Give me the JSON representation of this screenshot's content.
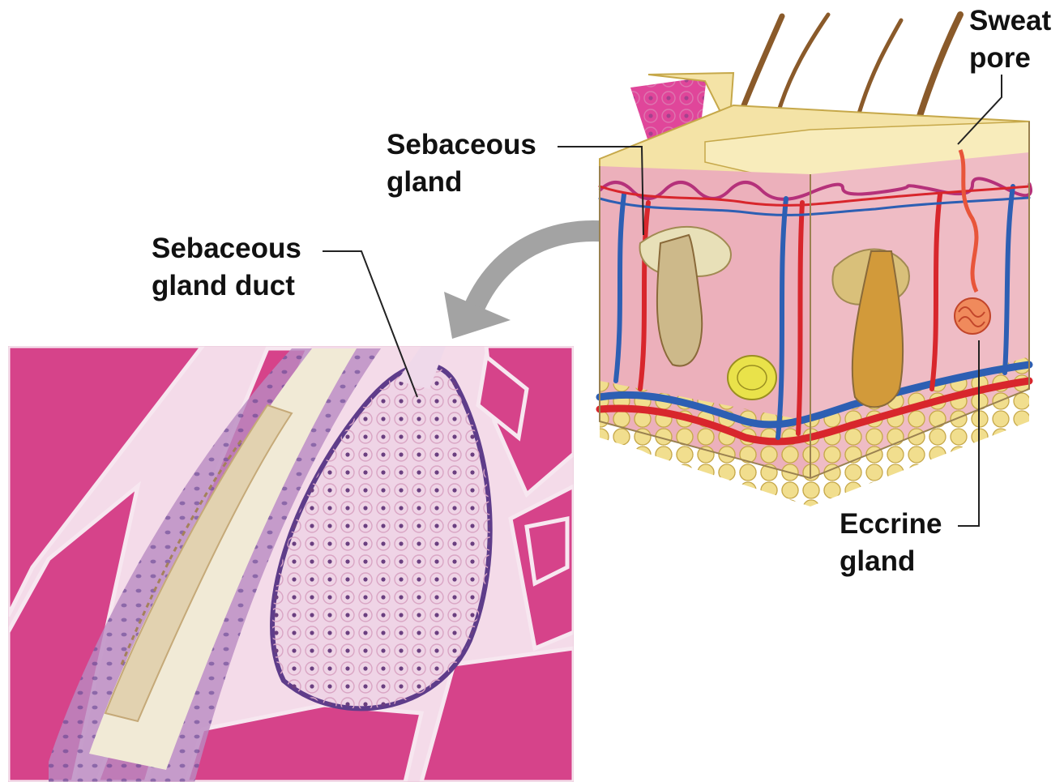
{
  "labels": {
    "sweat_pore": {
      "line1": "Sweat",
      "line2": "pore"
    },
    "sebaceous_gland": {
      "line1": "Sebaceous",
      "line2": "gland"
    },
    "sebaceous_gland_duct": {
      "line1": "Sebaceous",
      "line2": "gland duct"
    },
    "eccrine_gland": {
      "line1": "Eccrine",
      "line2": "gland"
    }
  },
  "colors": {
    "micrograph_stroma": "#d83f86",
    "micrograph_background": "#f3d7e6",
    "epidermis": "#f4e3a6",
    "dermis": "#ecb0bb",
    "hypodermis_fat": "#ecd98a",
    "artery": "#d8262c",
    "vein": "#2d5fb3",
    "hair": "#8a5a2a",
    "arrow": "#a3a3a3"
  }
}
